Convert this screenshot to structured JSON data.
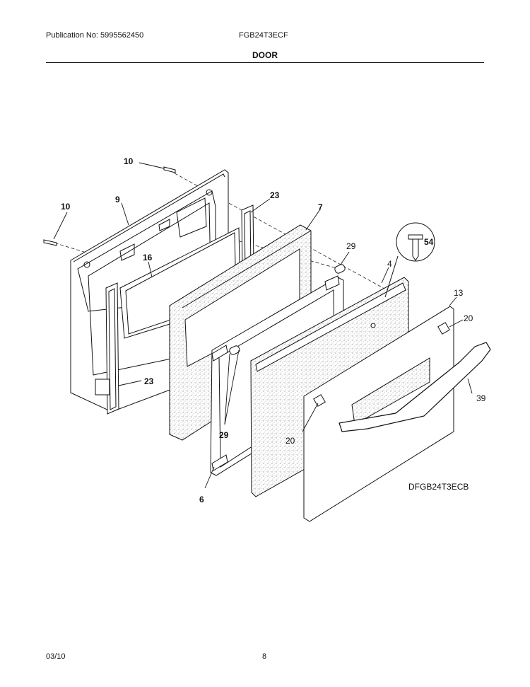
{
  "header": {
    "publication": "Publication No: 5995562450",
    "model": "FGB24T3ECF",
    "section_title": "DOOR"
  },
  "diagram": {
    "id": "DFGB24T3ECB",
    "callouts": [
      "10",
      "9",
      "10",
      "23",
      "7",
      "29",
      "16",
      "54",
      "4",
      "13",
      "20",
      "23",
      "39",
      "29",
      "20",
      "6"
    ]
  },
  "footer": {
    "date": "03/10",
    "page": "8"
  }
}
